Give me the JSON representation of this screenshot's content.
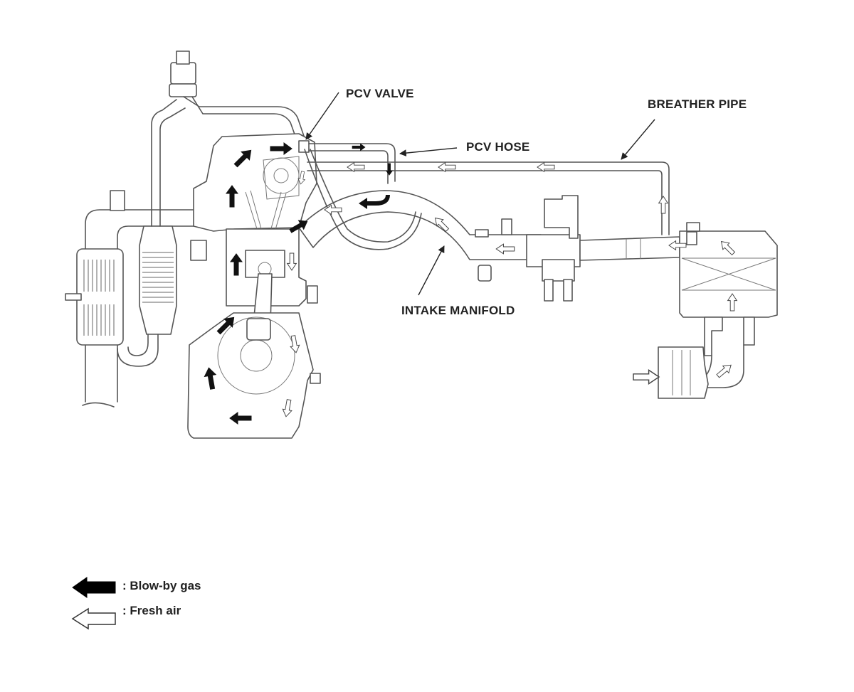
{
  "callouts": {
    "pcv_valve": "PCV VALVE",
    "breather_pipe": "BREATHER PIPE",
    "pcv_hose": "PCV HOSE",
    "intake_manifold": "INTAKE MANIFOLD"
  },
  "legend": {
    "blow_by": ": Blow-by gas",
    "fresh_air": ": Fresh air"
  },
  "colors": {
    "blow_by_arrow": "#000000",
    "fresh_air_arrow": "#ffffff",
    "line": "#555555"
  },
  "icons": {
    "blow_by": "solid-black-arrow-icon",
    "fresh_air": "hollow-white-arrow-icon"
  }
}
